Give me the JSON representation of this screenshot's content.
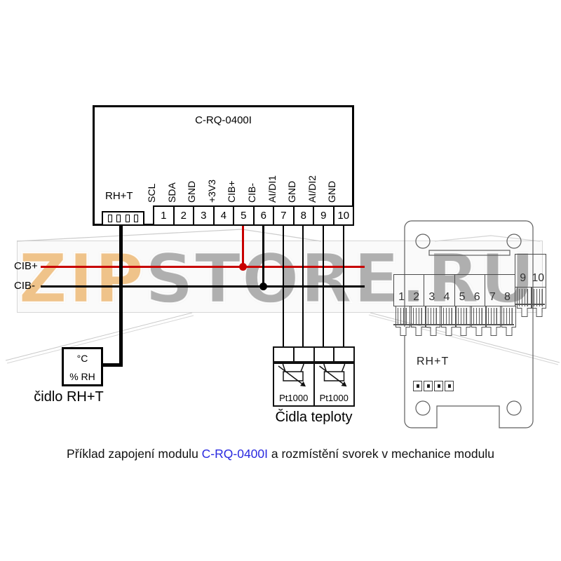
{
  "module": {
    "title": "C-RQ-0400I",
    "rht_label": "RH+T",
    "terminals": [
      {
        "number": "1",
        "label": "SCL"
      },
      {
        "number": "2",
        "label": "SDA"
      },
      {
        "number": "3",
        "label": "GND"
      },
      {
        "number": "4",
        "label": "+3V3"
      },
      {
        "number": "5",
        "label": "CIB+"
      },
      {
        "number": "6",
        "label": "CIB-"
      },
      {
        "number": "7",
        "label": "AI/DI1"
      },
      {
        "number": "8",
        "label": "GND"
      },
      {
        "number": "9",
        "label": "AI/DI2"
      },
      {
        "number": "10",
        "label": "GND"
      }
    ]
  },
  "bus": {
    "plus_label": "CIB+",
    "minus_label": "CIB-"
  },
  "rh_sensor": {
    "line1": "°C",
    "line2": "% RH",
    "caption": "čidlo RH+T"
  },
  "temp_sensors": {
    "labels": [
      "Pt1000",
      "Pt1000"
    ],
    "caption": "Čidla teploty"
  },
  "mechanics": {
    "main_terminals": [
      "1",
      "2",
      "3",
      "4",
      "5",
      "6",
      "7",
      "8"
    ],
    "side_terminals": [
      "9",
      "10"
    ],
    "rht_label": "RH+T"
  },
  "watermark": {
    "left": "ZIP",
    "right": "STORE.RU"
  },
  "caption": {
    "before": "Příklad zapojení modulu ",
    "link": "C-RQ-0400I",
    "after": " a rozmístění svorek v mechanice modulu"
  },
  "colors": {
    "wire_red": "#c80000",
    "wire_black": "#000000",
    "link_blue": "#2a2ae0",
    "watermark_orange": "#f6c586",
    "watermark_gray": "#b2b2b2"
  }
}
